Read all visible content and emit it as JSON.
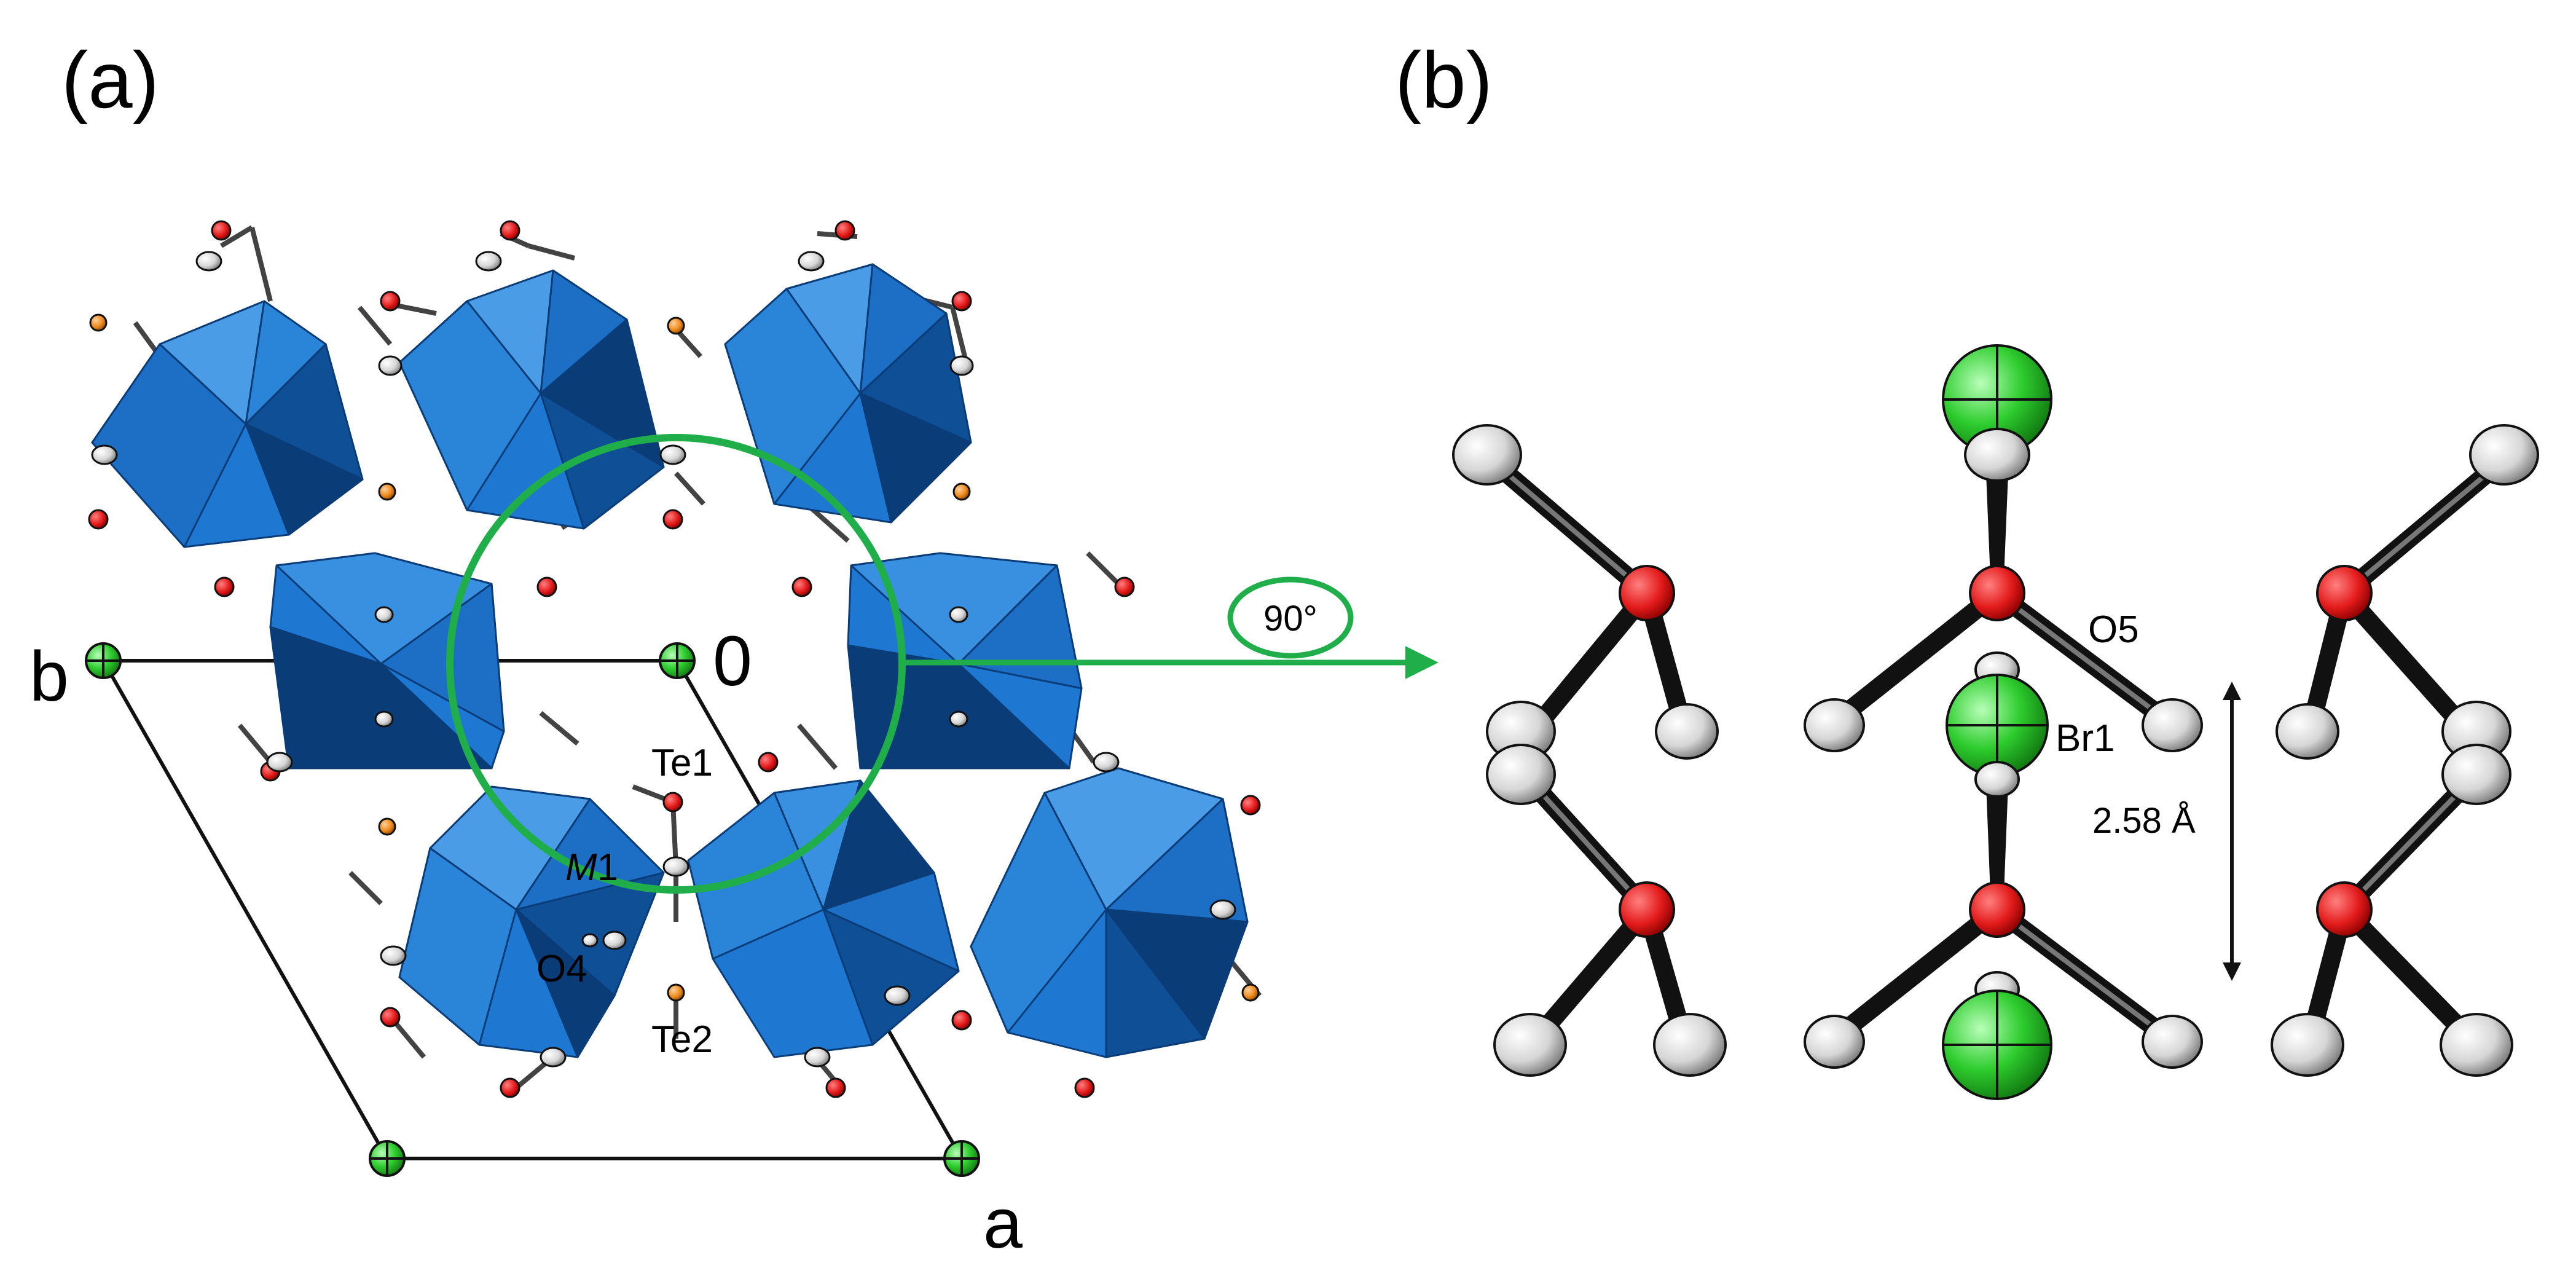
{
  "panel_a": {
    "label": "(a)",
    "axis_b": "b",
    "axis_a": "a",
    "origin": "0",
    "atoms": {
      "te1": "Te1",
      "m1_italic": "M",
      "m1_num": "1",
      "o4": "O4",
      "te2": "Te2"
    }
  },
  "rotation": {
    "label": "90°"
  },
  "panel_b": {
    "label": "(b)",
    "atoms": {
      "o5": "O5",
      "br1": "Br1"
    },
    "distance": "2.58 Å"
  },
  "colors": {
    "octahedron": "#1e78d2",
    "octahedron_dark": "#0a3c78",
    "oxygen": "#e31b1b",
    "bromine": "#2ecc2e",
    "tellurium": "#ee8a1c",
    "hydrogen": "#e8e8e8",
    "ring": "#1fae4a",
    "bond": "#111111"
  }
}
